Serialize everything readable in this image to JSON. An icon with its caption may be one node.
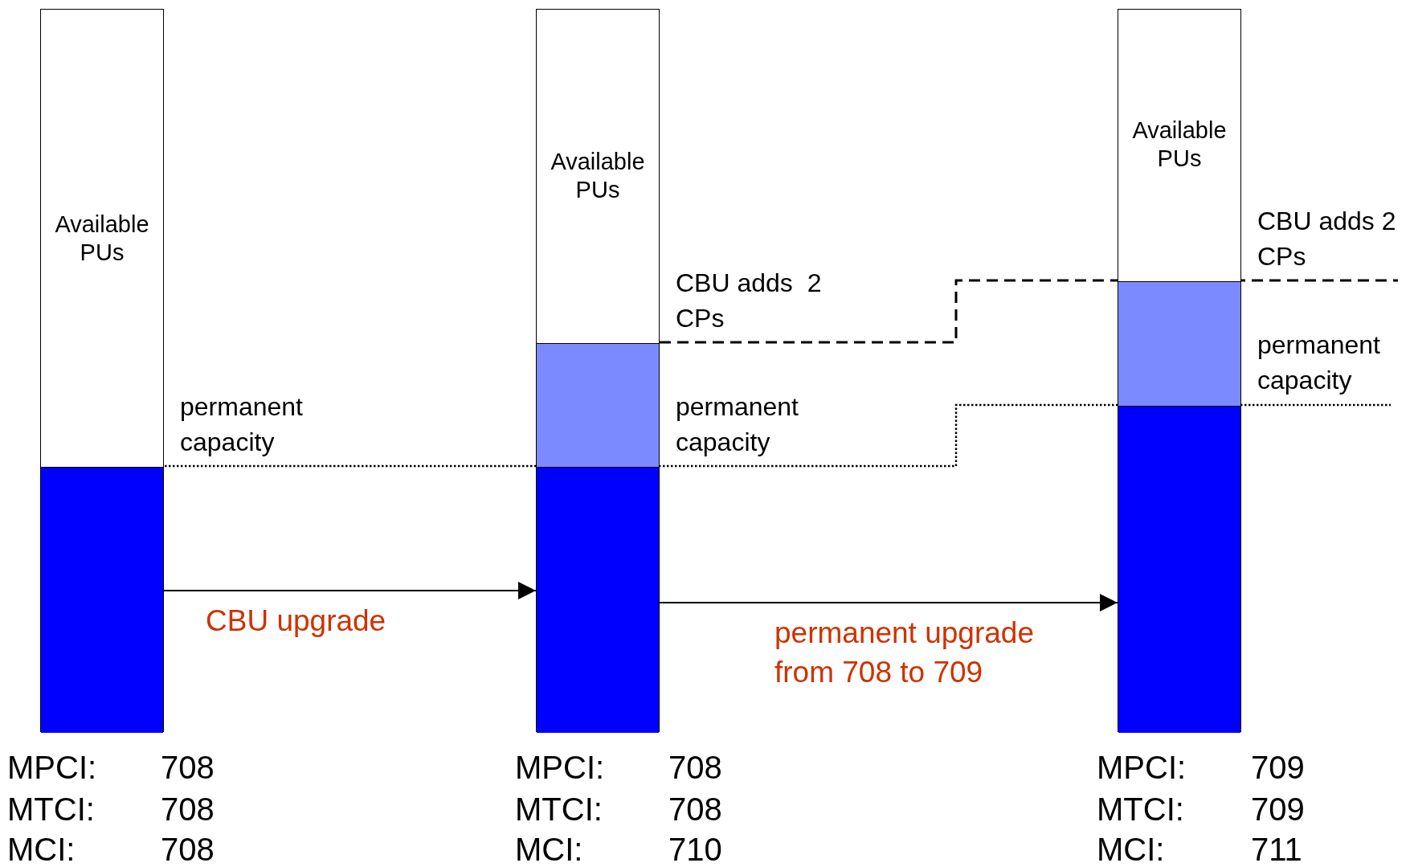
{
  "diagram": {
    "nodes": [
      {
        "text": [],
        "shape": "bar"
      },
      {
        "text": [
          "Available PUs"
        ],
        "in": 0
      },
      {
        "text": [],
        "shape": "bar",
        "in": 0
      },
      {
        "text": [],
        "shape": "bar"
      },
      {
        "text": [
          "Available PUs"
        ],
        "in": 3
      },
      {
        "text": [],
        "shape": "bar",
        "in": 3
      },
      {
        "text": [],
        "shape": "bar",
        "in": 3
      },
      {
        "text": [],
        "shape": "bar"
      },
      {
        "text": [
          "Available PUs"
        ],
        "in": 7
      },
      {
        "text": [],
        "shape": "bar",
        "in": 7
      },
      {
        "text": [],
        "shape": "bar",
        "in": 7
      }
    ],
    "edges": [
      {
        "from": 0,
        "to": 3,
        "arrow": "to",
        "label": "CBU upgrade"
      },
      {
        "from": 3,
        "to": 7,
        "arrow": "to",
        "label": "permanent upgrade from 708 to 709"
      }
    ],
    "labels": [
      "permanent capacity",
      "CBU adds  2 CPs",
      "permanent capacity",
      "CBU adds 2 CPs",
      "permanent capacity",
      "MPCI:",
      "708",
      "MTCI:",
      "708",
      "MCI:",
      "708",
      "MPCI:",
      "708",
      "MTCI:",
      "708",
      "MCI:",
      "710",
      "MPCI:",
      "709",
      "MTCI:",
      "709",
      "MCI:",
      "711"
    ]
  }
}
